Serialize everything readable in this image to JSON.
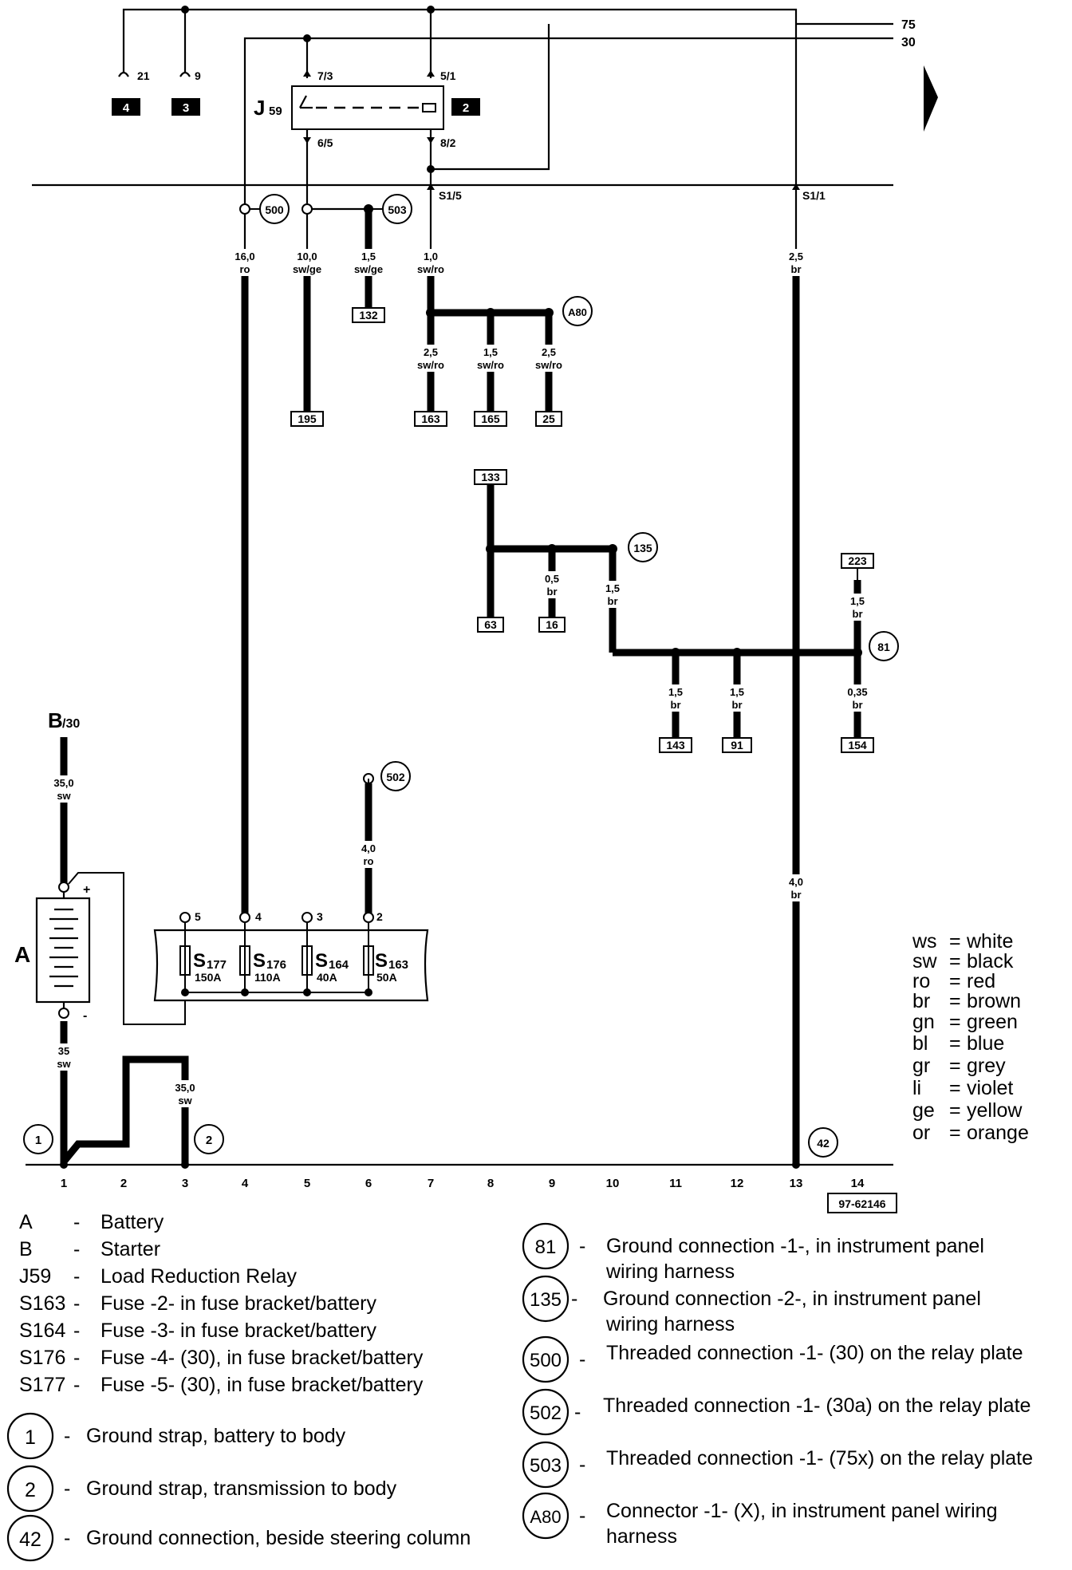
{
  "rails": [
    {
      "id": "75",
      "label": "75"
    },
    {
      "id": "30",
      "label": "30"
    }
  ],
  "relay": {
    "code": "J",
    "sub": "59",
    "pins": [
      "7/3",
      "5/1",
      "6/5",
      "8/2"
    ],
    "tag": "2"
  },
  "top_pins": [
    {
      "pin": "21",
      "tag": "4"
    },
    {
      "pin": "9",
      "tag": "3"
    }
  ],
  "bus_pins": [
    "S1/5",
    "S1/1"
  ],
  "wires": [
    {
      "id": "w500",
      "size": "16,0",
      "color": "ro"
    },
    {
      "id": "w195",
      "size": "10,0",
      "color": "sw/ge"
    },
    {
      "id": "w132",
      "size": "1,5",
      "color": "sw/ge"
    },
    {
      "id": "w7",
      "size": "1,0",
      "color": "sw/ro"
    },
    {
      "id": "w163",
      "size": "2,5",
      "color": "sw/ro"
    },
    {
      "id": "w165",
      "size": "1,5",
      "color": "sw/ro"
    },
    {
      "id": "w25",
      "size": "2,5",
      "color": "sw/ro"
    },
    {
      "id": "w13top",
      "size": "2,5",
      "color": "br"
    },
    {
      "id": "w16",
      "size": "0,5",
      "color": "br"
    },
    {
      "id": "w135",
      "size": "1,5",
      "color": "br"
    },
    {
      "id": "w223",
      "size": "1,5",
      "color": "br"
    },
    {
      "id": "w143",
      "size": "1,5",
      "color": "br"
    },
    {
      "id": "w91",
      "size": "1,5",
      "color": "br"
    },
    {
      "id": "w154",
      "size": "0,35",
      "color": "br"
    },
    {
      "id": "w13low",
      "size": "4,0",
      "color": "br"
    },
    {
      "id": "wB",
      "size": "35,0",
      "color": "sw"
    },
    {
      "id": "w502",
      "size": "4,0",
      "color": "ro"
    },
    {
      "id": "wneg",
      "size": "35",
      "color": "sw"
    },
    {
      "id": "wgnd2",
      "size": "35,0",
      "color": "sw"
    }
  ],
  "boxes": [
    "132",
    "195",
    "163",
    "165",
    "25",
    "133",
    "63",
    "16",
    "223",
    "143",
    "91",
    "154"
  ],
  "circles": [
    "500",
    "503",
    "A80",
    "135",
    "81",
    "502",
    "1",
    "2",
    "42"
  ],
  "starter": {
    "letter": "B",
    "sub": "/30"
  },
  "battery": {
    "letter": "A",
    "plus": "+",
    "minus": "-"
  },
  "fuses": [
    {
      "code": "S",
      "num": "177",
      "rating": "150A",
      "pin": "5"
    },
    {
      "code": "S",
      "num": "176",
      "rating": "110A",
      "pin": "4"
    },
    {
      "code": "S",
      "num": "164",
      "rating": "40A",
      "pin": "3"
    },
    {
      "code": "S",
      "num": "163",
      "rating": "50A",
      "pin": "2"
    }
  ],
  "columns": [
    "1",
    "2",
    "3",
    "4",
    "5",
    "6",
    "7",
    "8",
    "9",
    "10",
    "11",
    "12",
    "13",
    "14"
  ],
  "ref_code": "97-62146",
  "color_key": [
    {
      "abbr": "ws",
      "eq": "=",
      "name": "white"
    },
    {
      "abbr": "sw",
      "eq": "=",
      "name": "black"
    },
    {
      "abbr": "ro",
      "eq": "=",
      "name": "red"
    },
    {
      "abbr": "br",
      "eq": "=",
      "name": "brown"
    },
    {
      "abbr": "gn",
      "eq": "=",
      "name": "green"
    },
    {
      "abbr": "bl",
      "eq": "=",
      "name": "blue"
    },
    {
      "abbr": "gr",
      "eq": "=",
      "name": "grey"
    },
    {
      "abbr": "li",
      "eq": "=",
      "name": "violet"
    },
    {
      "abbr": "ge",
      "eq": "=",
      "name": "yellow"
    },
    {
      "abbr": "or",
      "eq": "=",
      "name": "orange"
    }
  ],
  "legend_components": [
    {
      "code": "A",
      "dash": "-",
      "desc": "Battery"
    },
    {
      "code": "B",
      "dash": "-",
      "desc": "Starter"
    },
    {
      "code": "J59",
      "dash": "-",
      "desc": "Load Reduction Relay"
    },
    {
      "code": "S163",
      "dash": "-",
      "desc": "Fuse -2- in fuse bracket/battery"
    },
    {
      "code": "S164",
      "dash": "-",
      "desc": "Fuse -3- in fuse bracket/battery"
    },
    {
      "code": "S176",
      "dash": "-",
      "desc": "Fuse -4- (30), in fuse bracket/battery"
    },
    {
      "code": "S177",
      "dash": "-",
      "desc": "Fuse -5- (30), in fuse bracket/battery"
    }
  ],
  "legend_grounds": [
    {
      "code": "1",
      "dash": "-",
      "desc": "Ground strap, battery to body"
    },
    {
      "code": "2",
      "dash": "-",
      "desc": "Ground strap, transmission to body"
    },
    {
      "code": "42",
      "dash": "-",
      "desc": "Ground connection, beside steering column"
    }
  ],
  "legend_right": [
    {
      "code": "81",
      "dash": "-",
      "line1": "Ground connection -1-, in instrument panel",
      "line2": "wiring harness"
    },
    {
      "code": "135",
      "dash": "-",
      "line1": "Ground connection -2-, in instrument panel",
      "line2": "wiring harness"
    },
    {
      "code": "500",
      "dash": "-",
      "line1": "Threaded connection -1- (30) on the relay plate",
      "line2": ""
    },
    {
      "code": "502",
      "dash": "-",
      "line1": "Threaded connection -1- (30a) on the relay plate",
      "line2": ""
    },
    {
      "code": "503",
      "dash": "-",
      "line1": "Threaded connection -1- (75x) on the relay plate",
      "line2": ""
    },
    {
      "code": "A80",
      "dash": "-",
      "line1": "Connector -1- (X), in instrument panel wiring",
      "line2": "harness"
    }
  ]
}
